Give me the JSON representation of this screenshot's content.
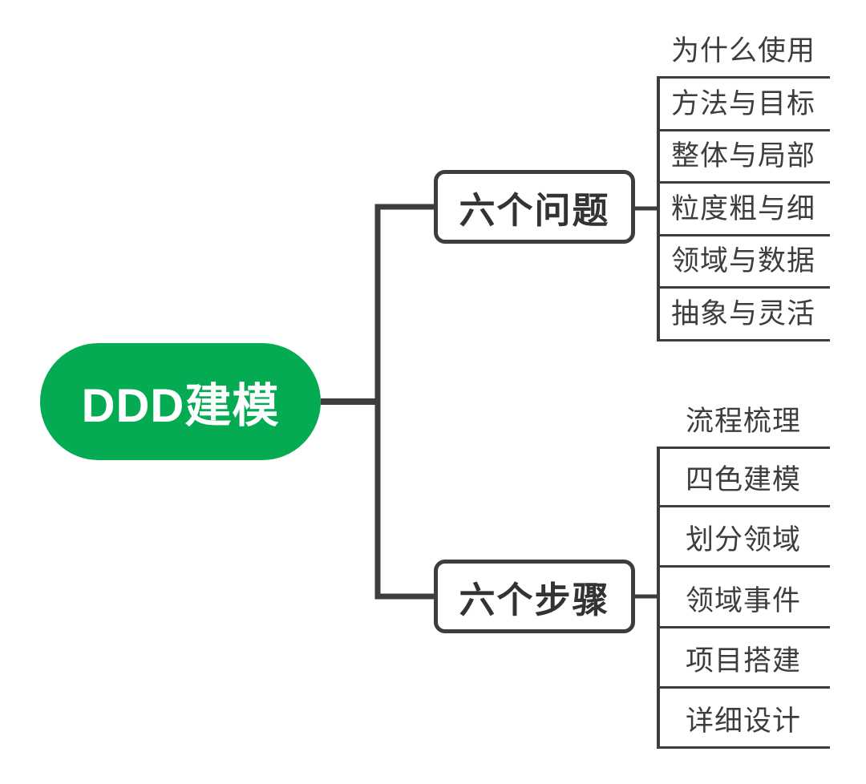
{
  "root": {
    "label": "DDD建模"
  },
  "branches": [
    {
      "label": "六个问题",
      "children": [
        "为什么使用",
        "方法与目标",
        "整体与局部",
        "粒度粗与细",
        "领域与数据",
        "抽象与灵活"
      ]
    },
    {
      "label": "六个步骤",
      "children": [
        "流程梳理",
        "四色建模",
        "划分领域",
        "领域事件",
        "项目搭建",
        "详细设计"
      ]
    }
  ],
  "colors": {
    "accent_green": "#05AB52",
    "line": "#3D3D3D",
    "branch_text": "#333333",
    "leaf_text": "#3D3D3D",
    "root_text": "#FFFFFF",
    "background": "#FFFFFF"
  }
}
